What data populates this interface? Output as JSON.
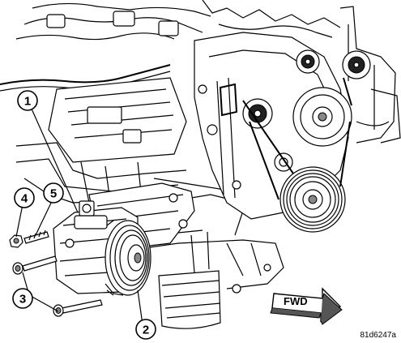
{
  "callouts": [
    {
      "id": "callout-1",
      "label": "1"
    },
    {
      "id": "callout-2",
      "label": "2"
    },
    {
      "id": "callout-3",
      "label": "3"
    },
    {
      "id": "callout-4",
      "label": "4"
    },
    {
      "id": "callout-5",
      "label": "5"
    }
  ],
  "direction_arrow": {
    "label": "FWD"
  },
  "figure_id": "81d6247a"
}
